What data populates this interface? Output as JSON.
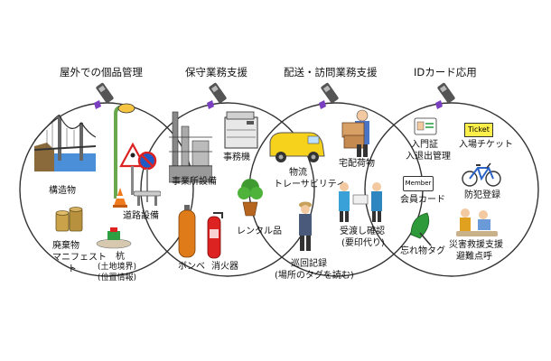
{
  "categories": [
    {
      "title": "屋外での個品管理"
    },
    {
      "title": "保守業務支援"
    },
    {
      "title": "配送・訪問業務支援"
    },
    {
      "title": "IDカード応用"
    }
  ],
  "outdoor": {
    "structure": "構造物",
    "road": "道路設備",
    "waste_1": "廃棄物",
    "waste_2": "マニフェスト",
    "waste_3": "ト",
    "stake": "杭",
    "stake_note_1": "(土地境界)",
    "stake_note_2": "(位置情報)"
  },
  "maintenance": {
    "facility": "事業所設備",
    "office": "事務機",
    "rental": "レンタル品",
    "cylinder": "ボンベ",
    "extinguisher": "消火器"
  },
  "delivery": {
    "parcel": "宅配荷物",
    "trace_1": "物流",
    "trace_2": "トレーサビリティ",
    "receipt_1": "受渡し確認",
    "receipt_2": "(要印代り)",
    "visit_1": "巡回記録",
    "visit_2": "(場所のタグを読む)"
  },
  "idcard": {
    "entry_1": "入門証",
    "entry_2": "入退出管理",
    "ticket": "入場チケット",
    "ticket_text": "Ticket",
    "member_text": "Member",
    "member": "会員カード",
    "bicycle": "防犯登録",
    "umbrella": "忘れ物タグ",
    "disaster_1": "災害救援支援",
    "disaster_2": "避難点呼"
  },
  "colors": {
    "circle": "#333333",
    "tag": "#7a3fc0",
    "reader": "#555555"
  }
}
